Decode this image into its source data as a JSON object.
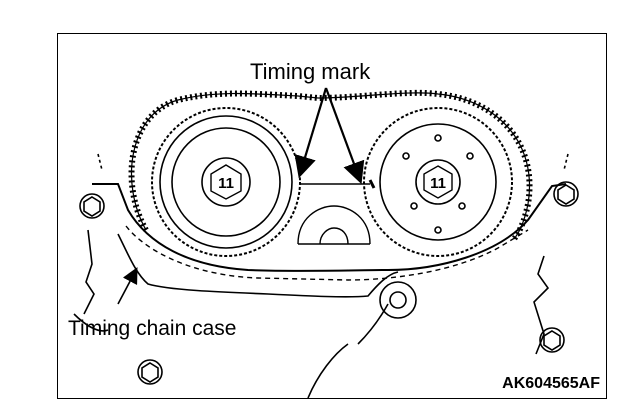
{
  "labels": {
    "timing_mark": "Timing mark",
    "timing_chain_case": "Timing chain case",
    "figure_code": "AK604565AF"
  },
  "colors": {
    "line": "#000000",
    "background": "#ffffff"
  }
}
